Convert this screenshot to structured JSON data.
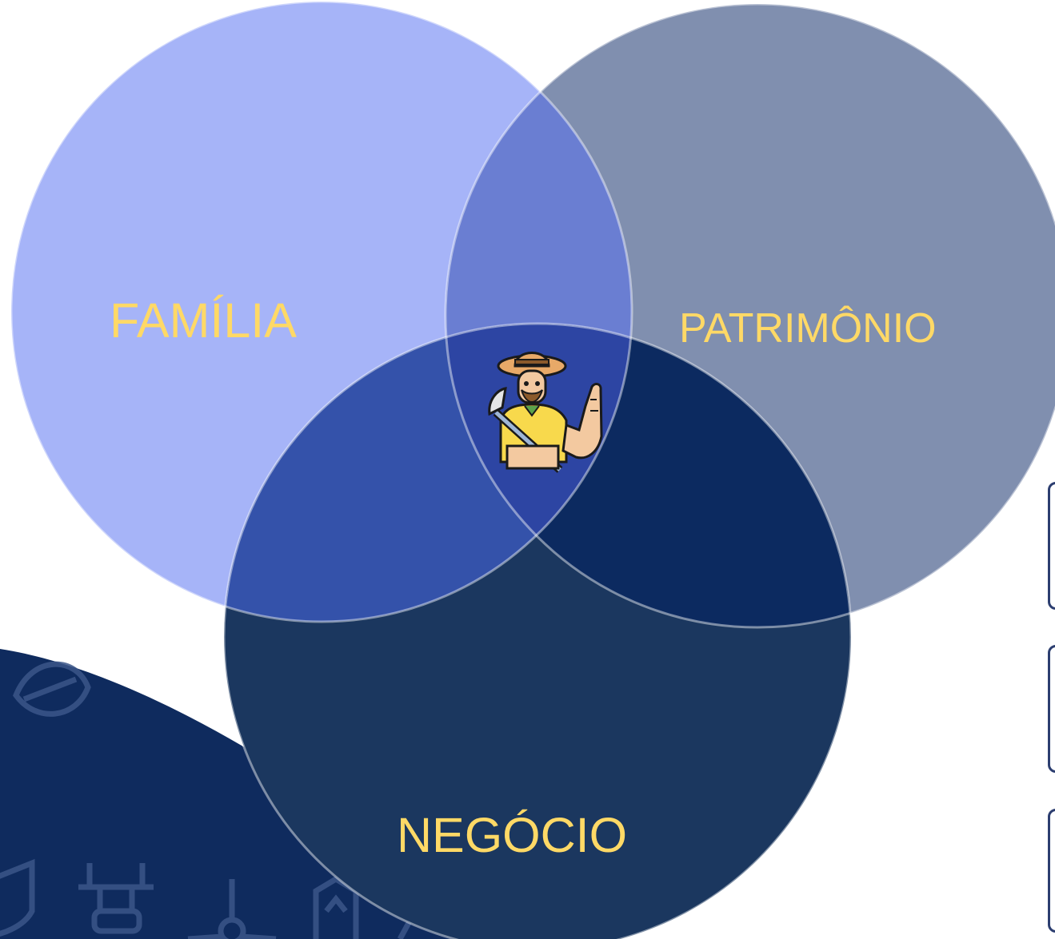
{
  "diagram": {
    "sets": [
      {
        "name": "family",
        "label": "FAMÍLIA",
        "color": "#A6B4F8"
      },
      {
        "name": "patrimony",
        "label": "PATRIMÔNIO",
        "color": "#808FAF"
      },
      {
        "name": "business",
        "label": "NEGÓCIO",
        "color": "#1B375F"
      }
    ],
    "label_color": "#FFD966",
    "center_icon": "farmer-icon"
  },
  "background": {
    "wave_color": "#0F2B5E",
    "decor_icons": [
      "leaf-icon",
      "plug-icon",
      "wind-turbine-icon",
      "barn-icon",
      "lightning-icon"
    ]
  }
}
